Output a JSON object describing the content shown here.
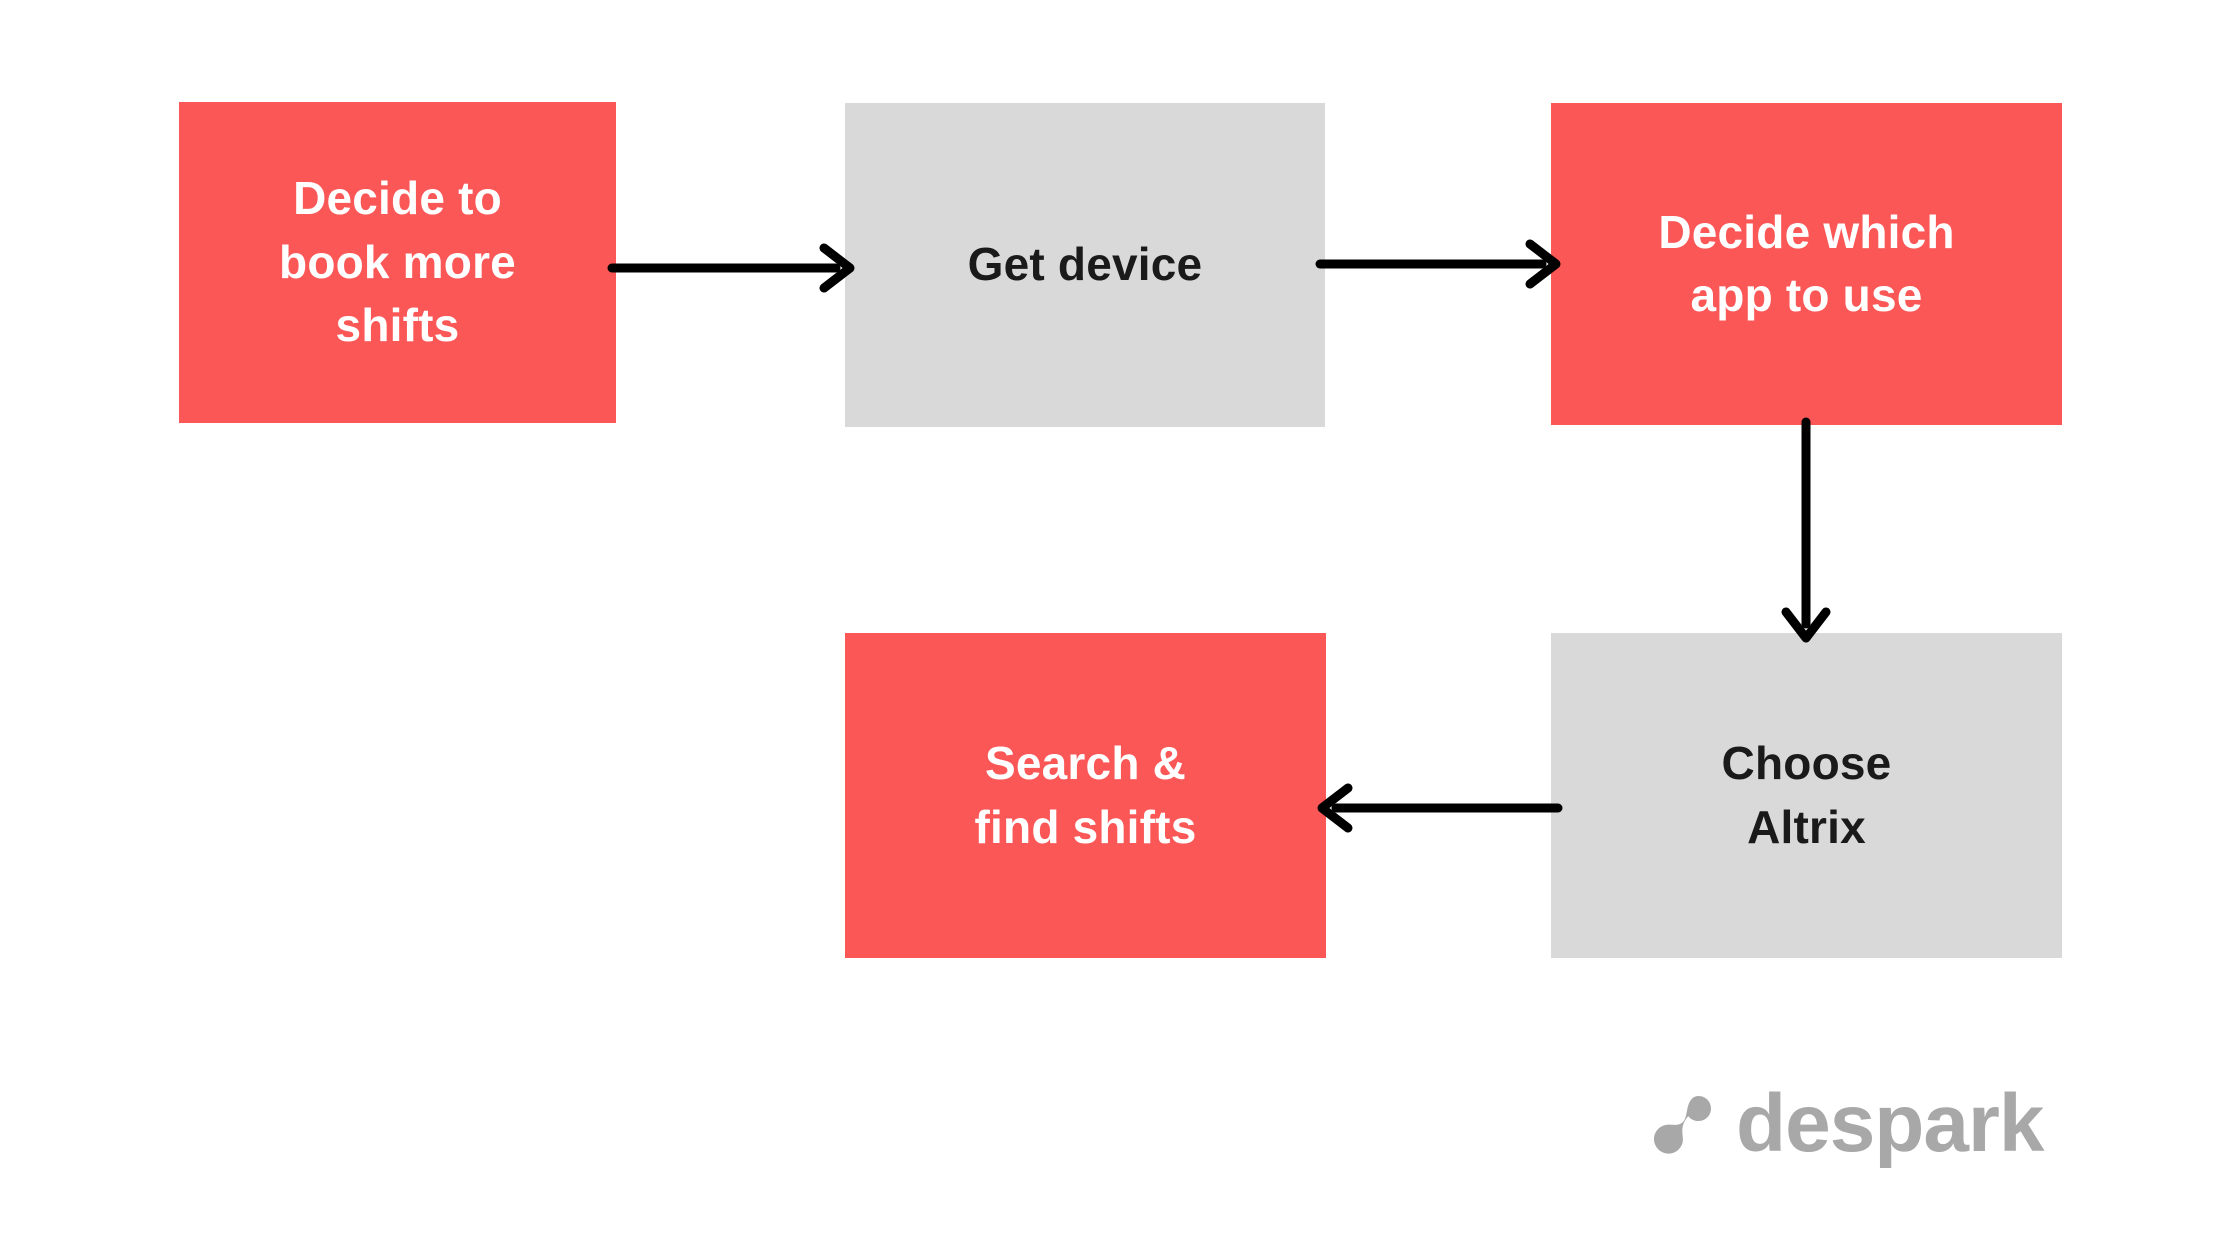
{
  "diagram": {
    "type": "flowchart",
    "background_color": "#ffffff",
    "palette": {
      "user_action_red": "#fc5757",
      "system_step_gray": "#d9d9d9",
      "arrow_black": "#000000",
      "logo_gray": "#a8a8a8",
      "red_text": "#ffffff",
      "gray_text": "#1a1a1a"
    },
    "nodes": [
      {
        "id": "decide-book",
        "label": "Decide to\nbook more\nshifts",
        "style": "red",
        "row": 1,
        "col": 1
      },
      {
        "id": "get-device",
        "label": "Get device",
        "style": "gray",
        "row": 1,
        "col": 2
      },
      {
        "id": "decide-app",
        "label": "Decide which\napp to use",
        "style": "red",
        "row": 1,
        "col": 3
      },
      {
        "id": "search-find",
        "label": "Search &\nfind shifts",
        "style": "red",
        "row": 2,
        "col": 2
      },
      {
        "id": "choose-altrix",
        "label": "Choose\nAltrix",
        "style": "gray",
        "row": 2,
        "col": 3
      }
    ],
    "edges": [
      {
        "id": "decide-to-device",
        "from": "decide-book",
        "to": "get-device",
        "direction": "right"
      },
      {
        "id": "device-to-app",
        "from": "get-device",
        "to": "decide-app",
        "direction": "right"
      },
      {
        "id": "app-to-altrix",
        "from": "decide-app",
        "to": "choose-altrix",
        "direction": "down"
      },
      {
        "id": "altrix-to-search",
        "from": "choose-altrix",
        "to": "search-find",
        "direction": "left"
      }
    ]
  },
  "brand": {
    "name": "despark",
    "mark": "spark-dot-icon"
  }
}
